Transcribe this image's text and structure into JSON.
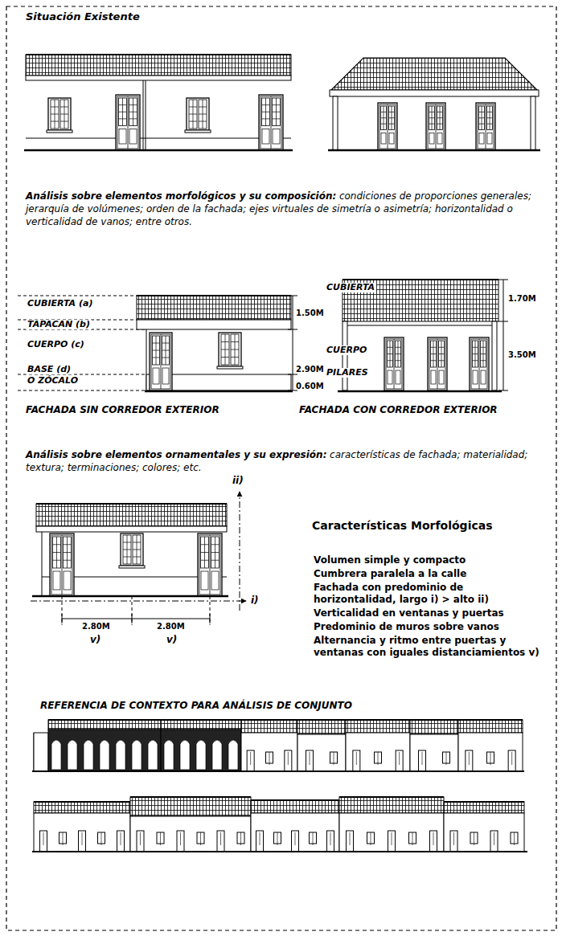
{
  "diagram": {
    "title": "Situación Existente",
    "labels": [
      "Análisis sobre elementos morfológicos y su composición:",
      "condiciones de proporciones generales; jerarquía de volúmenes; orden de la fachada; ejes virtuales de simetría o asimetría; horizontalidad o verticalidad de vanos; entre otros.",
      "CUBIERTA (a)",
      "TAPACAN (b)",
      "CUERPO (c)",
      "BASE (d)",
      "O ZÓCALO",
      "1.50M",
      "2.90M",
      "0.60M",
      "CUBIERTA",
      "1.70M",
      "CUERPO",
      "3.50M",
      "PILARES",
      "FACHADA SIN CORREDOR EXTERIOR",
      "FACHADA CON CORREDOR EXTERIOR",
      "Análisis sobre elementos ornamentales y su expresión:",
      "características de fachada; materialidad; textura; terminaciones; colores; etc.",
      "ii)",
      "Características Morfológicas",
      "Volumen simple y compacto",
      "Cumbrera paralela a la calle",
      "Fachada con predominio de horizontalidad, largo i) > alto ii)",
      "Verticalidad en ventanas y puertas",
      "Predominio de muros sobre vanos",
      "Alternancia y ritmo entre puertas y ventanas con iguales distanciamientos v)",
      "i)",
      "2.80M",
      "2.80M",
      "v)",
      "v)",
      "REFERENCIA DE CONTEXTO PARA ANÁLISIS DE CONJUNTO"
    ]
  }
}
